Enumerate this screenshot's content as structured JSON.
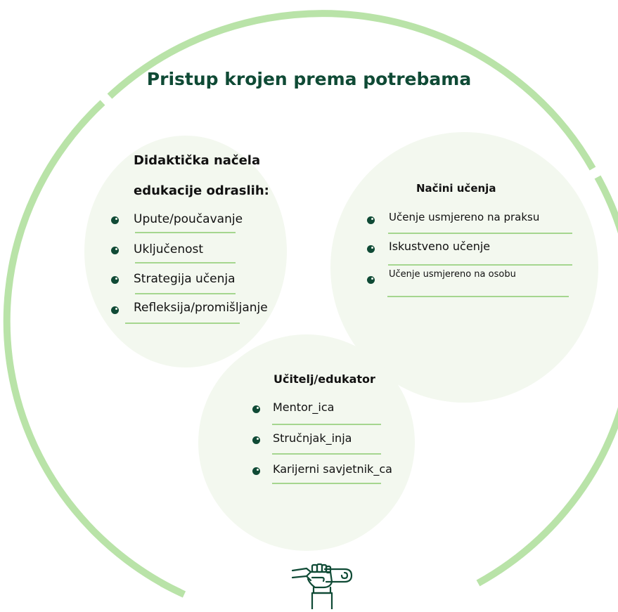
{
  "title": "Pristup krojen prema potrebama",
  "colors": {
    "ring": "#b9e3a8",
    "circle_fill": "#f3f8ef",
    "accent_dark": "#0f4a35",
    "underline": "#a5d68f"
  },
  "groups": {
    "didactic": {
      "title_line1": "Didaktička načela",
      "title_line2": "edukacije odraslih:",
      "items": [
        "Upute/poučavanje",
        "Uključenost",
        "Strategija učenja",
        "Refleksija/promišljanje"
      ]
    },
    "learning": {
      "title": "Načini učenja",
      "items": [
        "Učenje usmjereno na praksu",
        "Iskustveno učenje",
        "Učenje usmjereno na osobu"
      ]
    },
    "teacher": {
      "title": "Učitelj/edukator",
      "items": [
        "Mentor_ica",
        "Stručnjak_inja",
        "Karijerni savjetnik_ca"
      ]
    }
  },
  "icons": {
    "bottom": "fist-holding-scroll-icon",
    "bullet": "bullet-dot-icon"
  }
}
